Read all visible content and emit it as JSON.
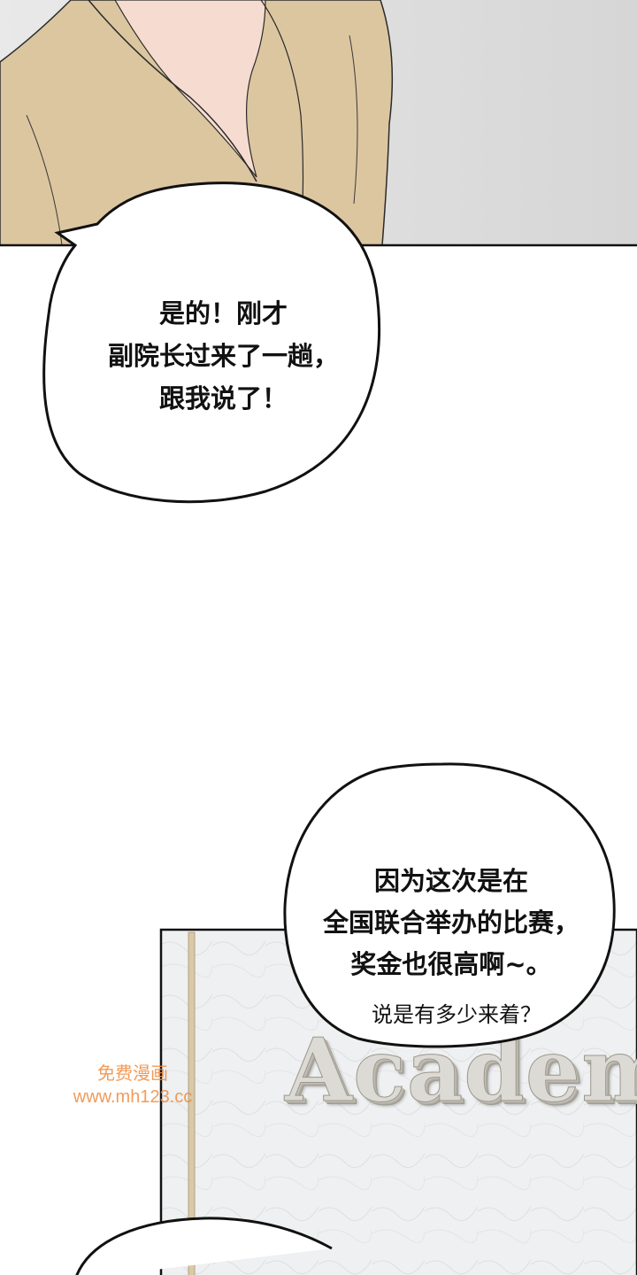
{
  "panel_top": {
    "bubble": {
      "lines": [
        "是的！刚才",
        "副院长过来了一趟，",
        "跟我说了！"
      ]
    }
  },
  "panel_bottom": {
    "sign_text": "Academy",
    "bubble": {
      "lines": [
        "因为这次是在",
        "全国联合举办的比赛，",
        "奖金也很高啊~。"
      ]
    },
    "extra_text": "说是有多少来着？"
  },
  "watermark": {
    "line1": "免费漫画",
    "line2": "www.mh123.cc"
  },
  "colors": {
    "shirt": "#dcc6a0",
    "skin": "#f6dcd0",
    "background_gray": "#e6e6e6",
    "watermark": "#f08a3c"
  }
}
